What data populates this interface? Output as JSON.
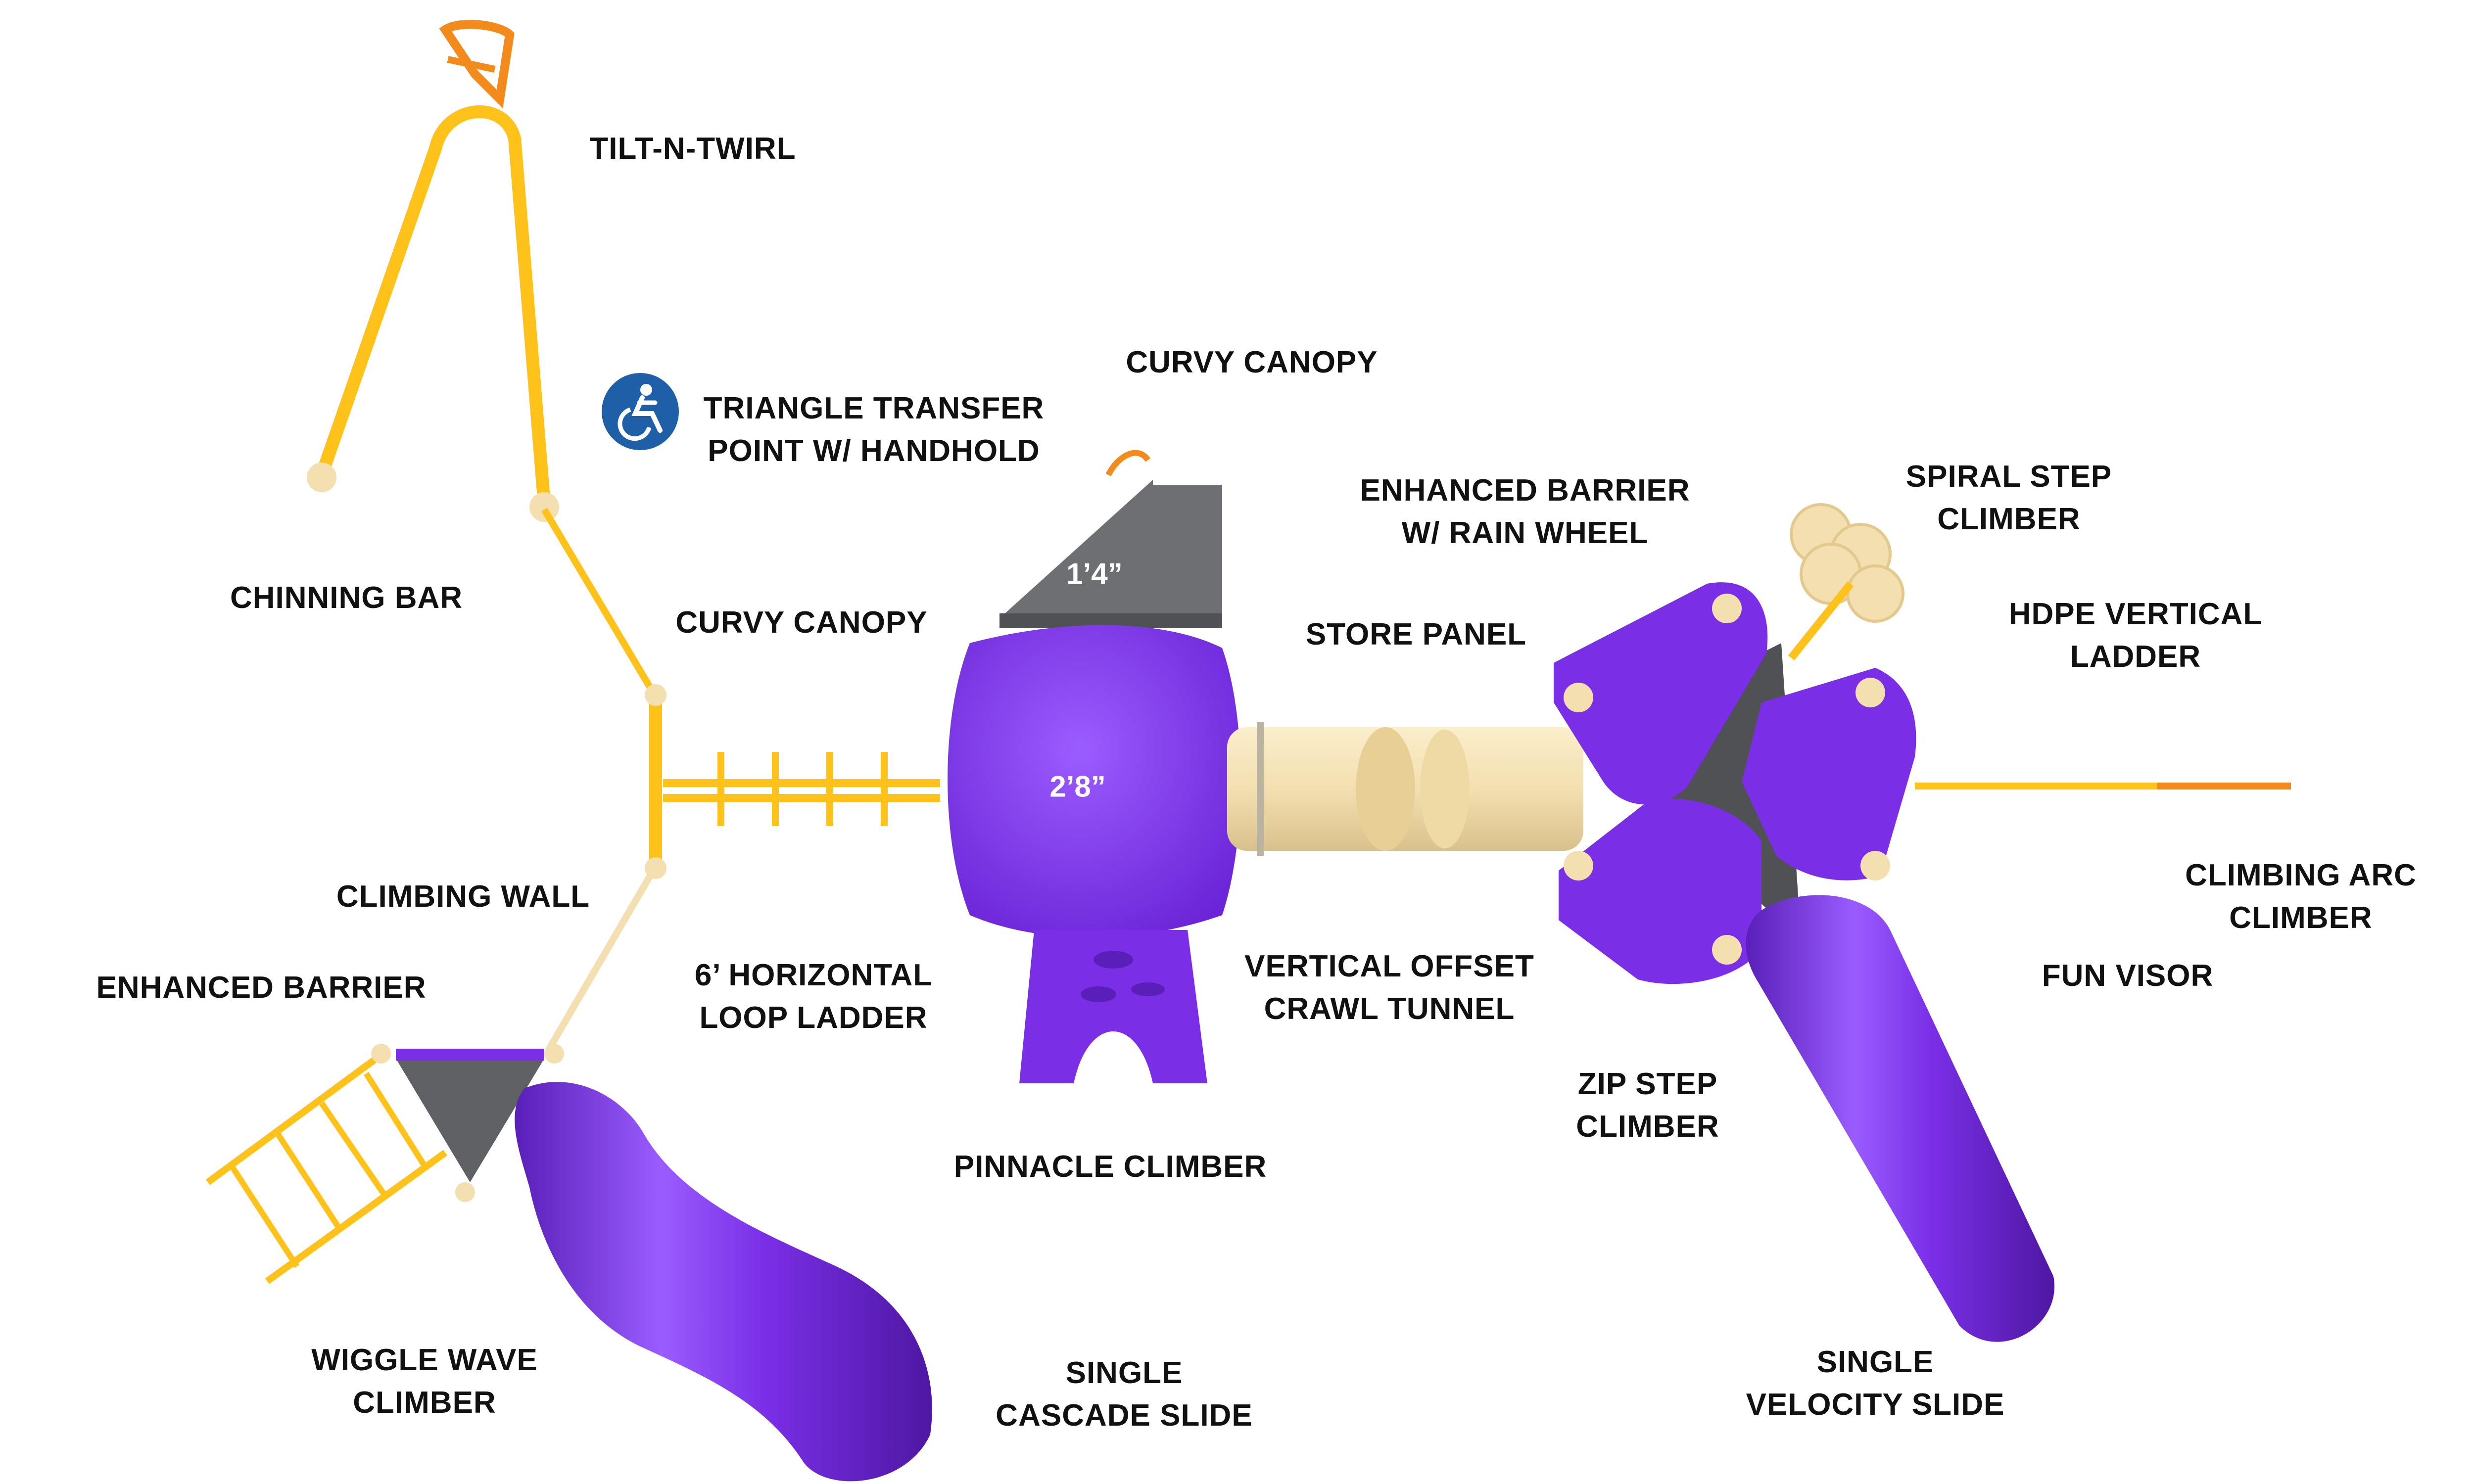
{
  "colors": {
    "purple": "#7a2fe6",
    "purple_dark": "#5a1fb8",
    "yellow": "#ffc21a",
    "orange": "#f38a1c",
    "tan": "#f3dfb0",
    "gray": "#6d6f72",
    "ada_blue": "#1f5fa8",
    "label": "#111111"
  },
  "icons": {
    "accessibility": "wheelchair-accessibility-icon"
  },
  "labels": {
    "tilt_n_twirl": [
      "TILT-N-TWIRL"
    ],
    "chinning_bar": [
      "CHINNING BAR"
    ],
    "triangle_transfer": [
      "TRIANGLE TRANSFER",
      "POINT W/ HANDHOLD"
    ],
    "curvy_canopy_top": [
      "CURVY CANOPY"
    ],
    "curvy_canopy_left": [
      "CURVY CANOPY"
    ],
    "enhanced_barrier_rain": [
      "ENHANCED BARRIER",
      "W/ RAIN WHEEL"
    ],
    "spiral_step": [
      "SPIRAL STEP",
      "CLIMBER"
    ],
    "hdpe_ladder": [
      "HDPE VERTICAL",
      "LADDER"
    ],
    "store_panel": [
      "STORE PANEL"
    ],
    "climbing_wall": [
      "CLIMBING WALL"
    ],
    "enhanced_barrier": [
      "ENHANCED BARRIER"
    ],
    "horizontal_ladder": [
      "6’ HORIZONTAL",
      "LOOP LADDER"
    ],
    "crawl_tunnel": [
      "VERTICAL OFFSET",
      "CRAWL TUNNEL"
    ],
    "climbing_arc": [
      "CLIMBING ARC",
      "CLIMBER"
    ],
    "fun_visor": [
      "FUN VISOR"
    ],
    "zip_step": [
      "ZIP STEP",
      "CLIMBER"
    ],
    "pinnacle": [
      "PINNACLE CLIMBER"
    ],
    "wiggle_wave": [
      "WIGGLE WAVE",
      "CLIMBER"
    ],
    "cascade_slide": [
      "SINGLE",
      "CASCADE SLIDE"
    ],
    "velocity_slide": [
      "SINGLE",
      "VELOCITY SLIDE"
    ]
  },
  "dimensions": {
    "upper_deck": "1’4”",
    "main_deck": "2’8”"
  }
}
